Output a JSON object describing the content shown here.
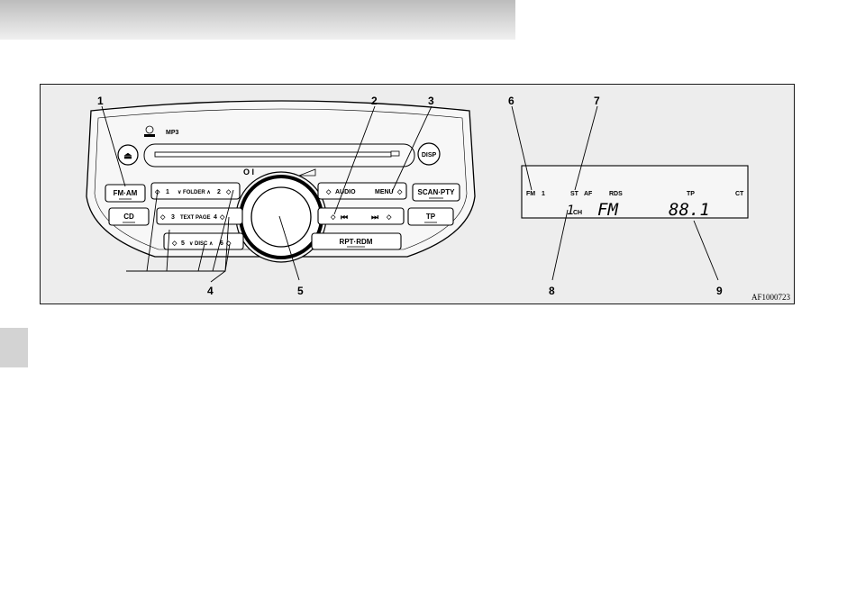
{
  "callouts": {
    "c1": "1",
    "c2": "2",
    "c3": "3",
    "c4": "4",
    "c5": "5",
    "c6": "6",
    "c7": "7",
    "c8": "8",
    "c9": "9"
  },
  "buttons": {
    "fm_am": "FM·AM",
    "cd": "CD",
    "preset_1": "1",
    "folder": "∨ FOLDER ∧",
    "preset_2": "2",
    "preset_3": "3",
    "text_page": "TEXT PAGE",
    "preset_4": "4",
    "preset_5": "5",
    "disc": "∨ DISC ∧",
    "preset_6": "6",
    "audio": "AUDIO",
    "menu": "MENU",
    "prev_track": "⏮",
    "next_track": "⏭",
    "rpt_rdm": "RPT·RDM",
    "scan_pty": "SCAN·PTY",
    "tp": "TP",
    "disp": "DISP",
    "eject": "⏏",
    "mp3_logo": "MP3",
    "power_mark": "O I"
  },
  "display": {
    "band": "FM",
    "band_number": "1",
    "st": "ST",
    "af": "AF",
    "rds": "RDS",
    "tp": "TP",
    "ct": "CT",
    "channel": "1",
    "ch_label": "CH",
    "seg_band": "FM",
    "seg_freq": "88.1"
  },
  "figure_code": "AF1000723"
}
